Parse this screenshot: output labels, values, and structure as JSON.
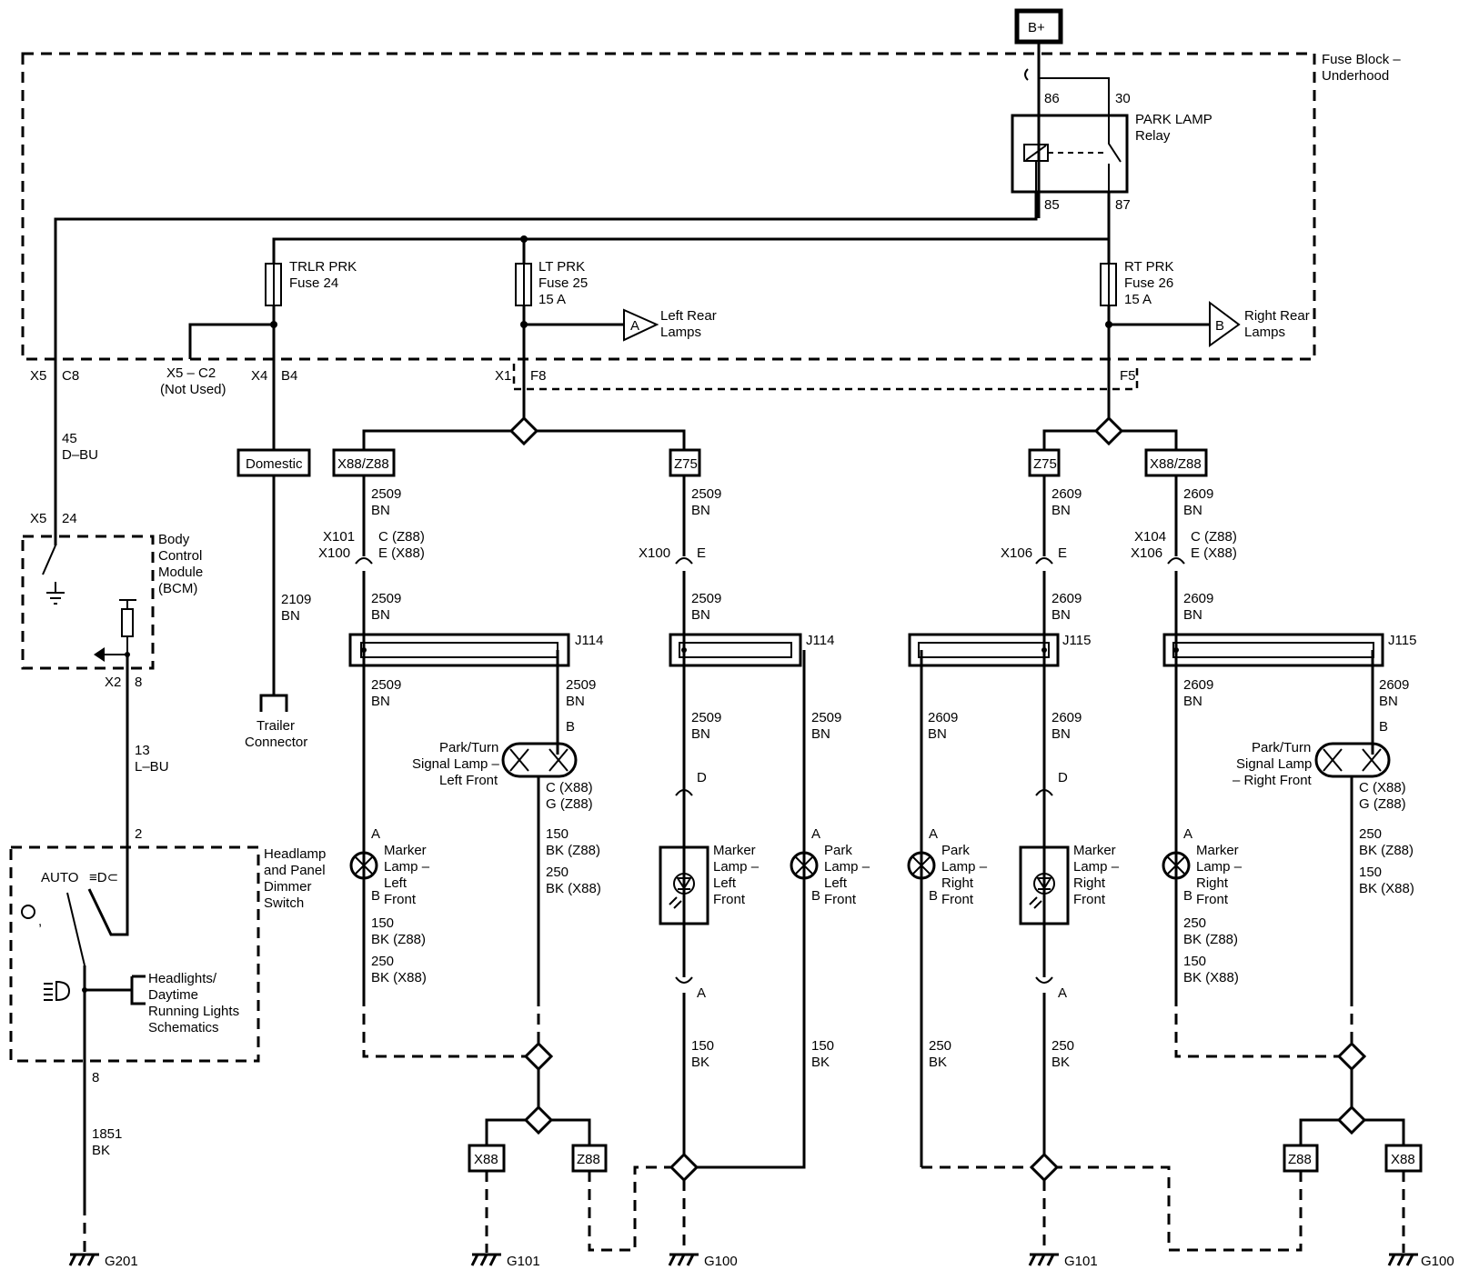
{
  "power": {
    "b_plus": "B+"
  },
  "fuse_block": {
    "line1": "Fuse Block –",
    "line2": "Underhood"
  },
  "relay": {
    "line1": "PARK LAMP",
    "line2": "Relay",
    "pin86": "86",
    "pin30": "30",
    "pin85": "85",
    "pin87": "87"
  },
  "fuses": [
    {
      "name": "TRLR PRK",
      "number": "Fuse 24",
      "rating": ""
    },
    {
      "name": "LT PRK",
      "number": "Fuse 25",
      "rating": "15 A"
    },
    {
      "name": "RT PRK",
      "number": "Fuse 26",
      "rating": "15 A"
    }
  ],
  "offpage": [
    {
      "letter": "A",
      "line1": "Left Rear",
      "line2": "Lamps"
    },
    {
      "letter": "B",
      "line1": "Right Rear",
      "line2": "Lamps"
    }
  ],
  "connectors": {
    "x5": "X5",
    "c8": "C8",
    "x5c2": "X5 – C2",
    "not_used": "(Not Used)",
    "x4": "X4",
    "b4": "B4",
    "x1": "X1",
    "f8": "F8",
    "f5": "F5",
    "x5b": "X5",
    "p24": "24",
    "x2": "X2",
    "p8": "8",
    "p2": "2",
    "p8b": "8",
    "x101": "X101",
    "x100a": "X100",
    "c_z88": "C (Z88)",
    "e_x88": "E (X88)",
    "x100b": "X100",
    "e1": "E",
    "x106a": "X106",
    "e2": "E",
    "x104": "X104",
    "x106b": "X106",
    "c_z88b": "C (Z88)",
    "e_x88b": "E (X88)"
  },
  "wires": {
    "w45": "45",
    "d_bu": "D–BU",
    "w13": "13",
    "l_bu": "L–BU",
    "w1851": "1851",
    "bk": "BK",
    "w2109": "2109",
    "bn": "BN",
    "w2509": "2509",
    "w2609": "2609",
    "w150": "150",
    "w250": "250",
    "bk_z88": "BK (Z88)",
    "bk_x88": "BK (X88)"
  },
  "option_boxes": {
    "domestic": "Domestic",
    "x88z88": "X88/Z88",
    "z75": "Z75",
    "x88": "X88",
    "z88": "Z88"
  },
  "splices": {
    "j114": "J114",
    "j115": "J115"
  },
  "bcm": {
    "l1": "Body",
    "l2": "Control",
    "l3": "Module",
    "l4": "(BCM)"
  },
  "trailer": {
    "l1": "Trailer",
    "l2": "Connector"
  },
  "switch": {
    "l1": "Headlamp",
    "l2": "and Panel",
    "l3": "Dimmer",
    "l4": "Switch",
    "auto": "AUTO",
    "ref1": "Headlights/",
    "ref2": "Daytime",
    "ref3": "Running Lights",
    "ref4": "Schematics"
  },
  "lamps": {
    "pt_lf": [
      "Park/Turn",
      "Signal Lamp –",
      "Left Front"
    ],
    "pt_rf": [
      "Park/Turn",
      "Signal Lamp",
      "– Right Front"
    ],
    "marker_lf": [
      "Marker",
      "Lamp –",
      "Left",
      "Front"
    ],
    "marker_rf": [
      "Marker",
      "Lamp –",
      "Right",
      "Front"
    ],
    "park_lf": [
      "Park",
      "Lamp –",
      "Left",
      "Front"
    ],
    "park_rf": [
      "Park",
      "Lamp –",
      "Right",
      "Front"
    ],
    "pin_a": "A",
    "pin_b": "B",
    "pin_c_x88": "C (X88)",
    "pin_g_z88": "G (Z88)",
    "pin_d": "D"
  },
  "grounds": [
    "G201",
    "G101",
    "G100",
    "G101",
    "G100"
  ]
}
